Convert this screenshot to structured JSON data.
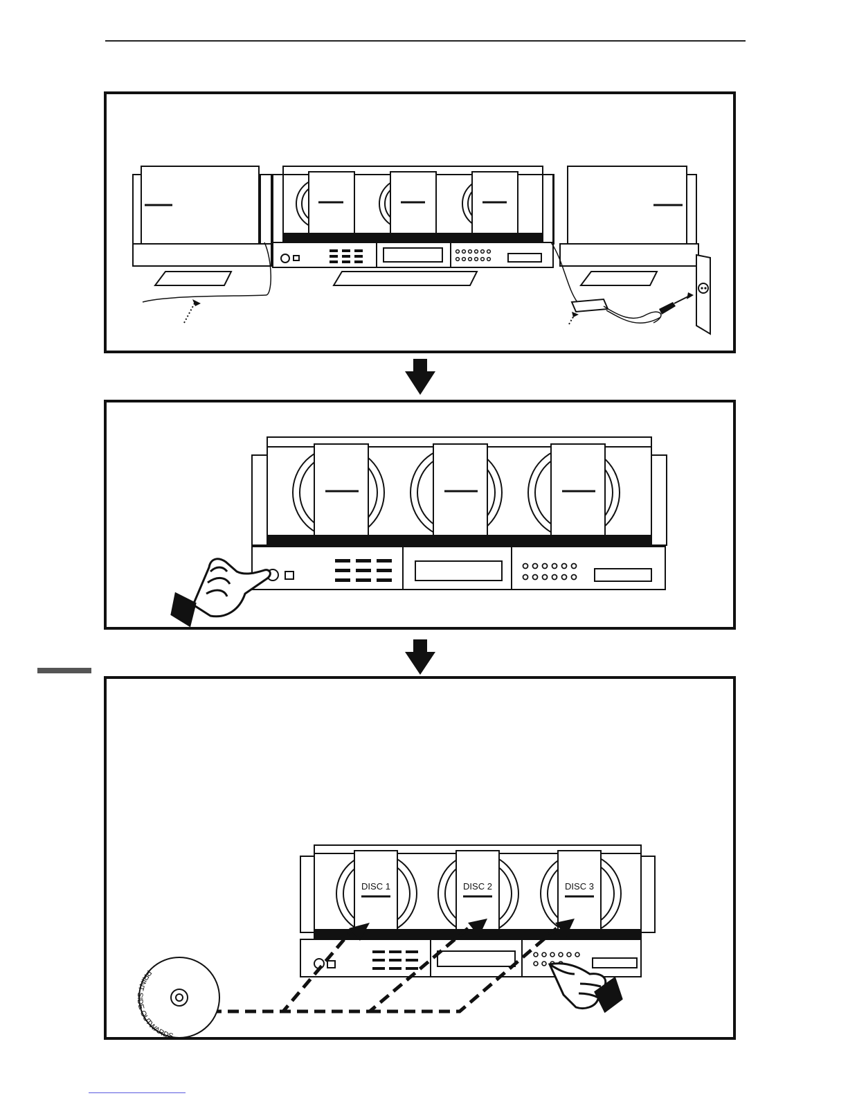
{
  "labels": {
    "disc1": "DISC 1",
    "disc2": "DISC 2",
    "disc3": "DISC 3",
    "disc_print": "PRINT SIDE OUTWARDS"
  },
  "icons": [
    "down-arrow-icon",
    "pointing-hand-icon",
    "disc-icon",
    "power-plug-icon",
    "wall-socket-icon"
  ]
}
